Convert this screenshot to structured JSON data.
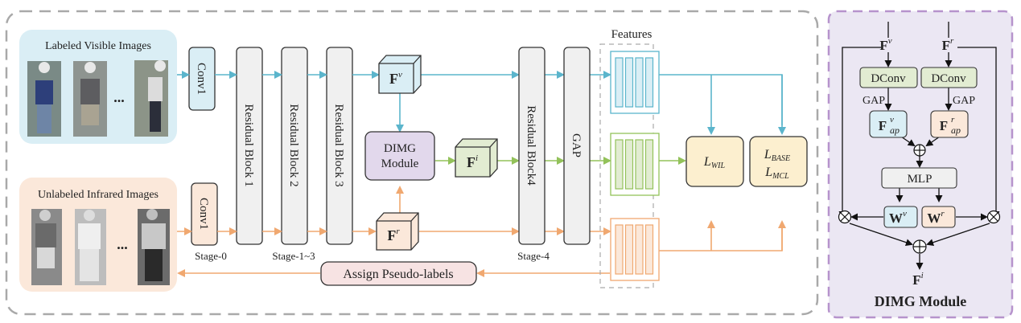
{
  "colors": {
    "visible": "#5bb5cc",
    "visible_fill": "#daeef5",
    "infrared": "#f0a870",
    "infrared_fill": "#fbe8da",
    "fused": "#93c25a",
    "fused_fill": "#e2ecd2",
    "dimg_fill": "#e2d8ec",
    "loss_fill": "#fcefcf",
    "pseudo_fill": "#f7e3e3",
    "block_fill": "#f0f0f0",
    "panel_border": "#a9a9a9",
    "dimg_panel_border": "#b693cc",
    "dimg_panel_fill": "#ebe7f3"
  },
  "inputs": {
    "visible_title": "Labeled Visible Images",
    "infrared_title": "Unlabeled Infrared Images",
    "ellipsis": "..."
  },
  "backbone": {
    "conv1_label": "Conv1",
    "blocks": [
      "Residual Block 1",
      "Residual Block 2",
      "Residual Block 3"
    ],
    "block4": "Residual Block4",
    "gap": "GAP",
    "stage_labels": {
      "stage0": "Stage-0",
      "stage13": "Stage-1~3",
      "stage4": "Stage-4"
    }
  },
  "features": {
    "title": "Features",
    "fv": {
      "base": "F",
      "sup": "v"
    },
    "fr": {
      "base": "F",
      "sup": "r"
    },
    "fi": {
      "base": "F",
      "sup": "i"
    }
  },
  "dimg_box": {
    "line1": "DIMG",
    "line2": "Module"
  },
  "losses": {
    "wil": {
      "base": "L",
      "sub": "WIL"
    },
    "base": {
      "base": "L",
      "sub": "BASE"
    },
    "mcl": {
      "base": "L",
      "sub": "MCL"
    }
  },
  "pseudo_label": "Assign Pseudo-labels",
  "dimg_module": {
    "title": "DIMG Module",
    "input_v": {
      "base": "F",
      "sup": "v"
    },
    "input_r": {
      "base": "F",
      "sup": "r"
    },
    "dconv": "DConv",
    "gap": "GAP",
    "fap_v": {
      "base": "F",
      "sup": "v",
      "sub": "ap"
    },
    "fap_r": {
      "base": "F",
      "sup": "r",
      "sub": "ap"
    },
    "mlp": "MLP",
    "w_v": {
      "base": "W",
      "sup": "v"
    },
    "w_r": {
      "base": "W",
      "sup": "r"
    },
    "output": {
      "base": "F",
      "sup": "i"
    },
    "plus_symbol": "⊕",
    "times_symbol": "⊗"
  }
}
